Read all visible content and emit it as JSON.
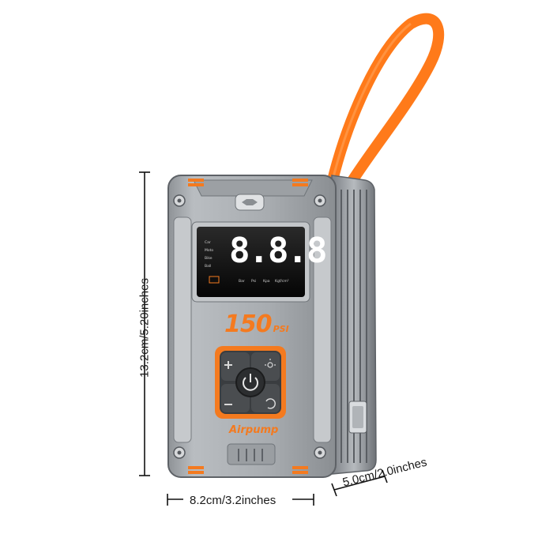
{
  "dimensions": {
    "height": "13.2cm/5.20inches",
    "width": "8.2cm/3.2inches",
    "depth": "5.0cm/2.0inches"
  },
  "display": {
    "digits": "8.8.8",
    "modes": [
      "Car",
      "Moto",
      "Bike",
      "Ball"
    ],
    "units": [
      "Bar",
      "Psi",
      "Kpa",
      "Kgf/cm²"
    ]
  },
  "branding": {
    "pressure_value": "150",
    "pressure_unit": "PSI",
    "name": "Airpump"
  },
  "colors": {
    "body": "#a3a7ab",
    "body_dark": "#6f7479",
    "accent": "#f47a1f",
    "screen": "#0d0d0d",
    "strap": "#ff7a1a"
  },
  "icons": [
    "plus-icon",
    "light-icon",
    "power-icon",
    "minus-icon",
    "cycle-icon"
  ]
}
